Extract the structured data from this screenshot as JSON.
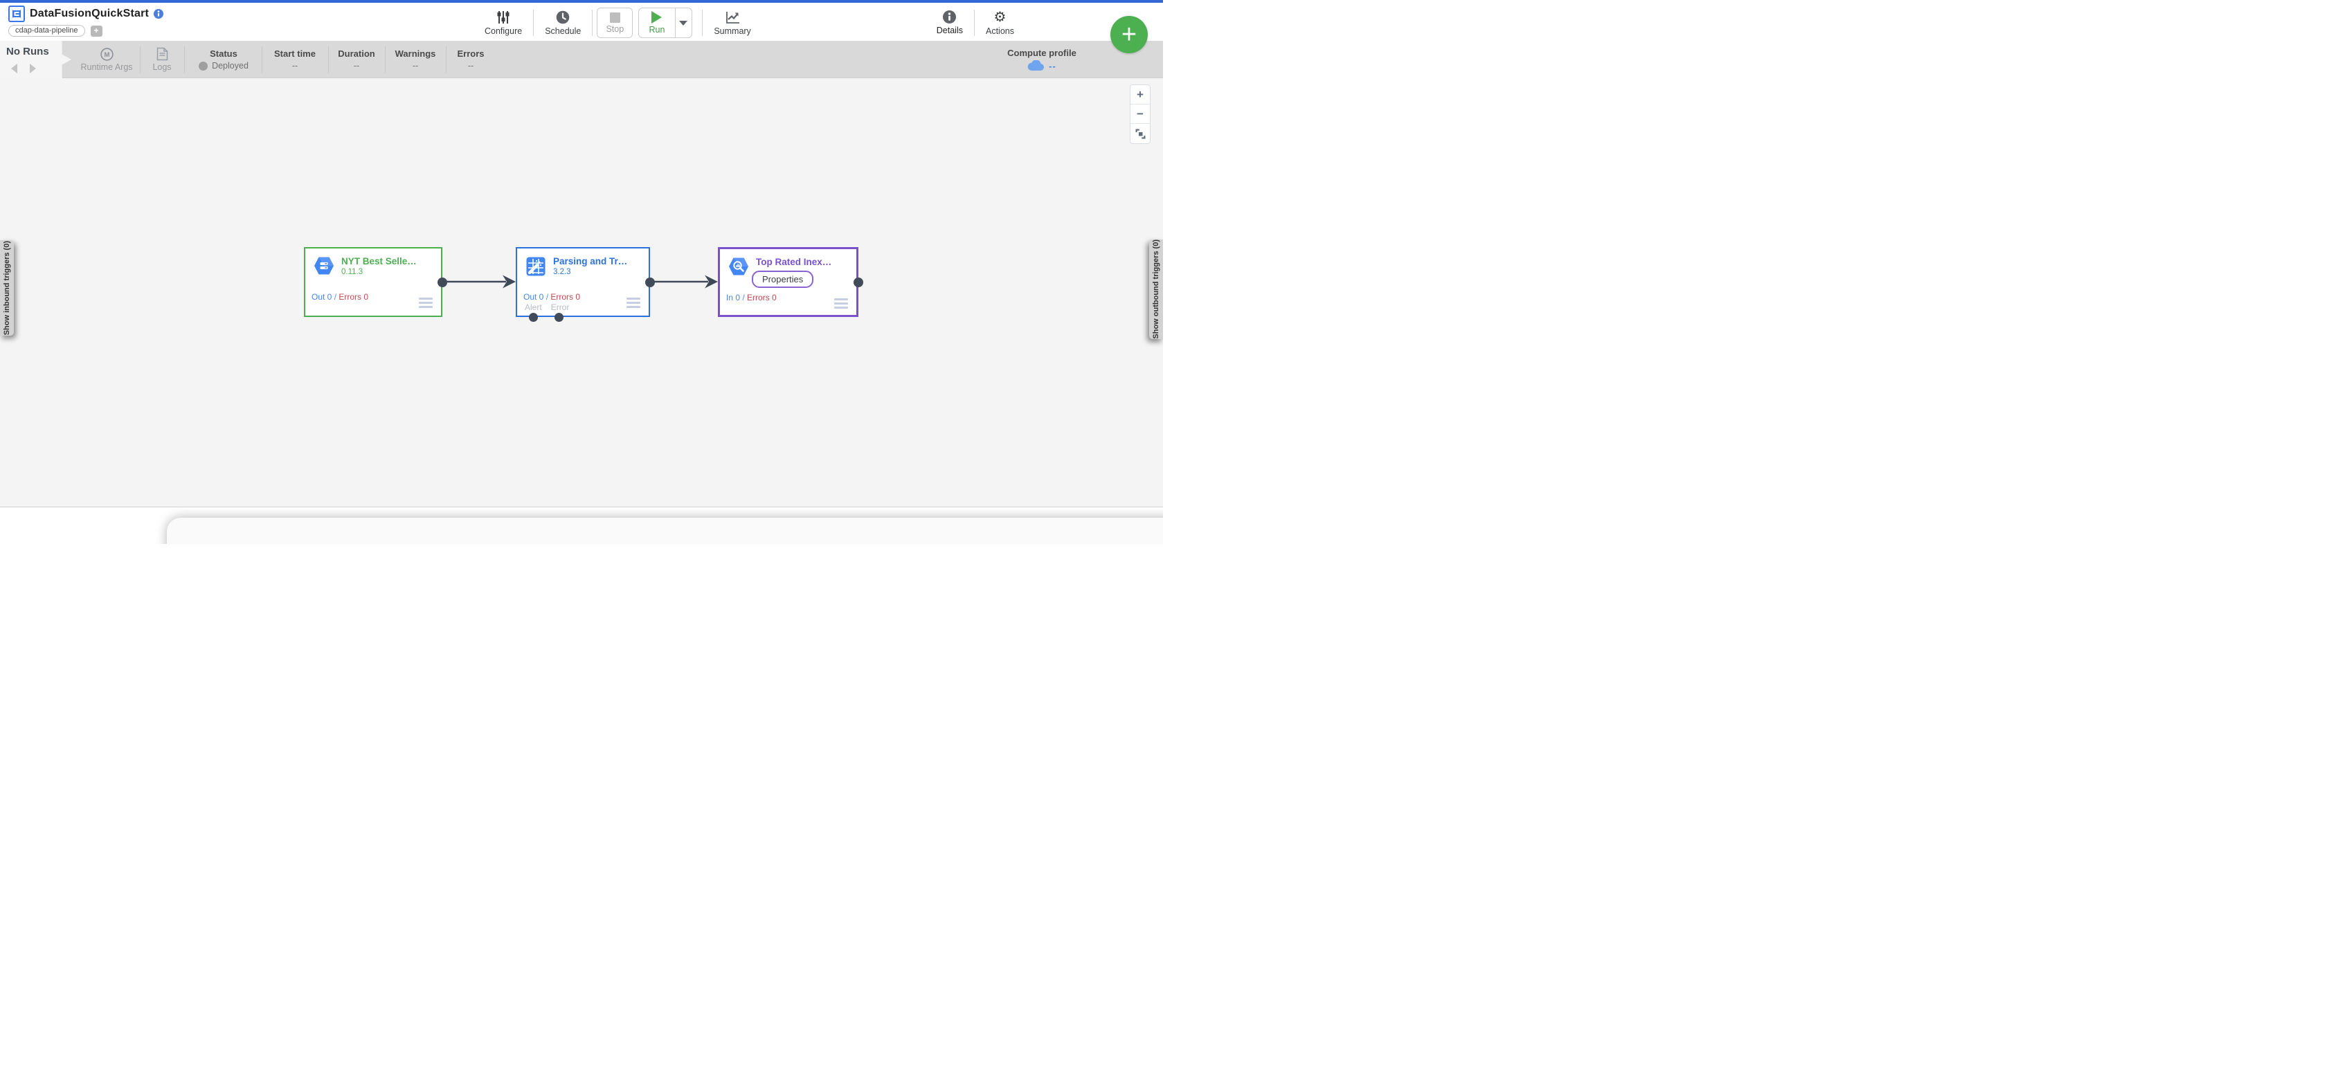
{
  "header": {
    "app_title": "DataFusionQuickStart",
    "pipeline_tag": "cdap-data-pipeline",
    "add_tag_label": "+",
    "configure_label": "Configure",
    "schedule_label": "Schedule",
    "stop_label": "Stop",
    "run_label": "Run",
    "summary_label": "Summary",
    "details_label": "Details",
    "actions_label": "Actions",
    "add_fab_label": "+"
  },
  "runbar": {
    "no_runs_label": "No Runs",
    "runtime_args_label": "Runtime Args",
    "logs_label": "Logs",
    "status_label": "Status",
    "status_value": "Deployed",
    "start_time_label": "Start time",
    "start_time_value": "--",
    "duration_label": "Duration",
    "duration_value": "--",
    "warnings_label": "Warnings",
    "warnings_value": "--",
    "errors_label": "Errors",
    "errors_value": "--",
    "compute_profile_label": "Compute profile",
    "compute_profile_value": "--"
  },
  "canvas": {
    "inbound_tab_label": "Show inbound triggers (0)",
    "outbound_tab_label": "Show outbound triggers (0)",
    "zoom_in_label": "+",
    "zoom_out_label": "−",
    "nodes": [
      {
        "name": "NYT Best Selle…",
        "version": "0.11.3",
        "out_label": "Out 0",
        "slash": "/",
        "errors_label": "Errors 0",
        "accent_color": "#4caf50",
        "icon": "gcs-hexagon-icon"
      },
      {
        "name": "Parsing and Tr…",
        "version": "3.2.3",
        "out_label": "Out 0",
        "slash": "/",
        "errors_label": "Errors 0",
        "alert_port_label": "Alert",
        "error_port_label": "Error",
        "accent_color": "#2b72e0",
        "icon": "wrangler-icon"
      },
      {
        "name": "Top Rated Inex…",
        "properties_label": "Properties",
        "in_label": "In 0",
        "slash": "/",
        "errors_label": "Errors 0",
        "accent_color": "#7a50cc",
        "icon": "bigquery-hexagon-icon"
      }
    ]
  },
  "colors": {
    "top_strip": "#3367d6",
    "toolbar_gray": "#d9d9d9",
    "canvas_bg": "#f4f4f5",
    "run_green": "#43a047",
    "fab_green": "#4caf50",
    "metric_blue": "#4285f4",
    "metric_red": "#bb4a50",
    "port_dark": "#424b5a",
    "node_icon_blue": "#4285f4"
  }
}
